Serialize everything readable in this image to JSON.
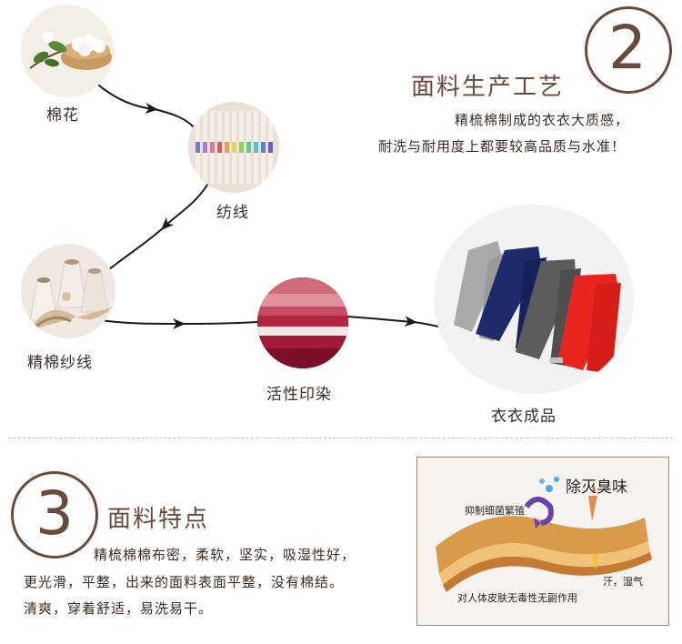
{
  "process": {
    "steps": {
      "cotton": "棉花",
      "spinning": "纺线",
      "combed_yarn": "精棉纱线",
      "dyeing": "活性印染",
      "finished": "衣衣成品"
    }
  },
  "section2": {
    "number": "2",
    "title": "面料生产工艺",
    "desc_line1": "精梳棉制成的衣衣大质感，",
    "desc_line2": "耐洗与耐用度上都要较高品质与水准！"
  },
  "section3": {
    "number": "3",
    "title": "面料特点",
    "desc_line1": "精梳棉棉布密，柔软，坚实，吸湿性好，",
    "desc_line2": "更光滑，平整，出来的面料表面平整，没有棉结。",
    "desc_line3": "清爽，穿着舒适，易洗易干。"
  },
  "diagram": {
    "title": "除灭臭味",
    "label_antibacterial": "抑制细菌繁殖",
    "label_sweat": "汗，湿气",
    "label_safe": "对人体皮肤无毒性无副作用"
  },
  "colors": {
    "accent_brown": "#6a4a3a",
    "pants_gray": "#a9a9a9",
    "pants_navy": "#1f2a6b",
    "pants_charcoal": "#5c5c5c",
    "pants_red": "#e8251f"
  }
}
